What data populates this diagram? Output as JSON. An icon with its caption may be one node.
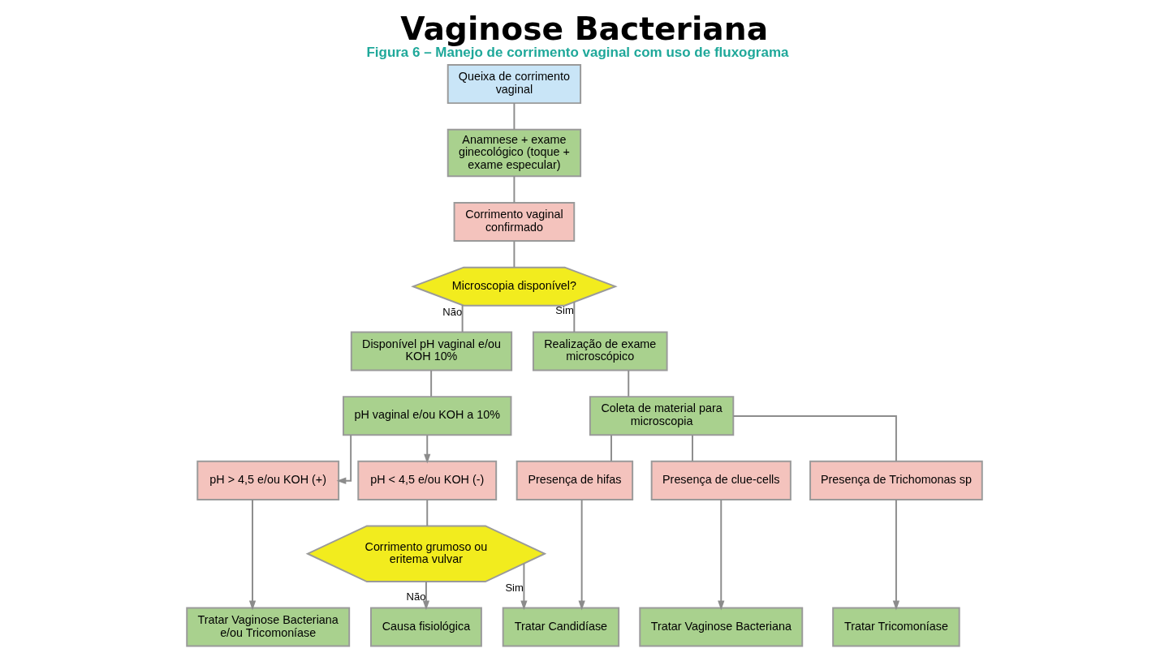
{
  "diagram": {
    "title": "Vaginose Bacteriana",
    "caption": "Figura 6 – Manejo de corrimento vaginal com uso de fluxograma",
    "nodes": [
      {
        "text": [
          "Queixa de corrimento vaginal"
        ]
      },
      {
        "text": [
          "Anamnese + exame ginecológico (toque + exame especular)"
        ]
      },
      {
        "text": [
          "Corrimento vaginal confirmado"
        ]
      },
      {
        "text": [
          "Microscopia disponível?"
        ]
      },
      {
        "text": [
          "Disponível pH vaginal e/ou KOH 10%"
        ]
      },
      {
        "text": [
          "Realização de exame microscópico"
        ]
      },
      {
        "text": [
          "pH vaginal e/ou KOH a 10%"
        ]
      },
      {
        "text": [
          "Coleta de material para microscopia"
        ]
      },
      {
        "text": [
          "pH > 4,5 e/ou KOH (+)"
        ]
      },
      {
        "text": [
          "pH < 4,5 e/ou KOH (-)"
        ]
      },
      {
        "text": [
          "Presença de hifas"
        ]
      },
      {
        "text": [
          "Presença de clue-cells"
        ]
      },
      {
        "text": [
          "Presença de Trichomonas sp"
        ]
      },
      {
        "text": [
          "Corrimento grumoso ou eritema vulvar"
        ]
      },
      {
        "text": [
          "Tratar Vaginose Bacteriana e/ou Tricomoníase"
        ]
      },
      {
        "text": [
          "Causa fisiológica"
        ]
      },
      {
        "text": [
          "Tratar Candidíase"
        ]
      },
      {
        "text": [
          "Tratar Vaginose Bacteriana"
        ]
      },
      {
        "text": [
          "Tratar Tricomoníase"
        ]
      }
    ],
    "edges": [
      {
        "from": 0,
        "to": 1,
        "arrow": "none"
      },
      {
        "from": 1,
        "to": 2,
        "arrow": "none"
      },
      {
        "from": 2,
        "to": 3,
        "arrow": "none"
      },
      {
        "from": 3,
        "to": 4,
        "arrow": "none",
        "label": "Não"
      },
      {
        "from": 3,
        "to": 5,
        "arrow": "none",
        "label": "Sim"
      },
      {
        "from": 4,
        "to": 6,
        "arrow": "none"
      },
      {
        "from": 5,
        "to": 7,
        "arrow": "none"
      },
      {
        "from": 6,
        "to": 8,
        "arrow": "to"
      },
      {
        "from": 6,
        "to": 9,
        "arrow": "to"
      },
      {
        "from": 7,
        "to": 10,
        "arrow": "none"
      },
      {
        "from": 7,
        "to": 11,
        "arrow": "none"
      },
      {
        "from": 7,
        "to": 12,
        "arrow": "none"
      },
      {
        "from": 9,
        "to": 13,
        "arrow": "none"
      },
      {
        "from": 8,
        "to": 14,
        "arrow": "to"
      },
      {
        "from": 13,
        "to": 15,
        "arrow": "to",
        "label": "Não"
      },
      {
        "from": 13,
        "to": 16,
        "arrow": "to",
        "label": "Sim"
      },
      {
        "from": 10,
        "to": 16,
        "arrow": "to"
      },
      {
        "from": 11,
        "to": 17,
        "arrow": "to"
      },
      {
        "from": 12,
        "to": 18,
        "arrow": "to"
      }
    ]
  }
}
